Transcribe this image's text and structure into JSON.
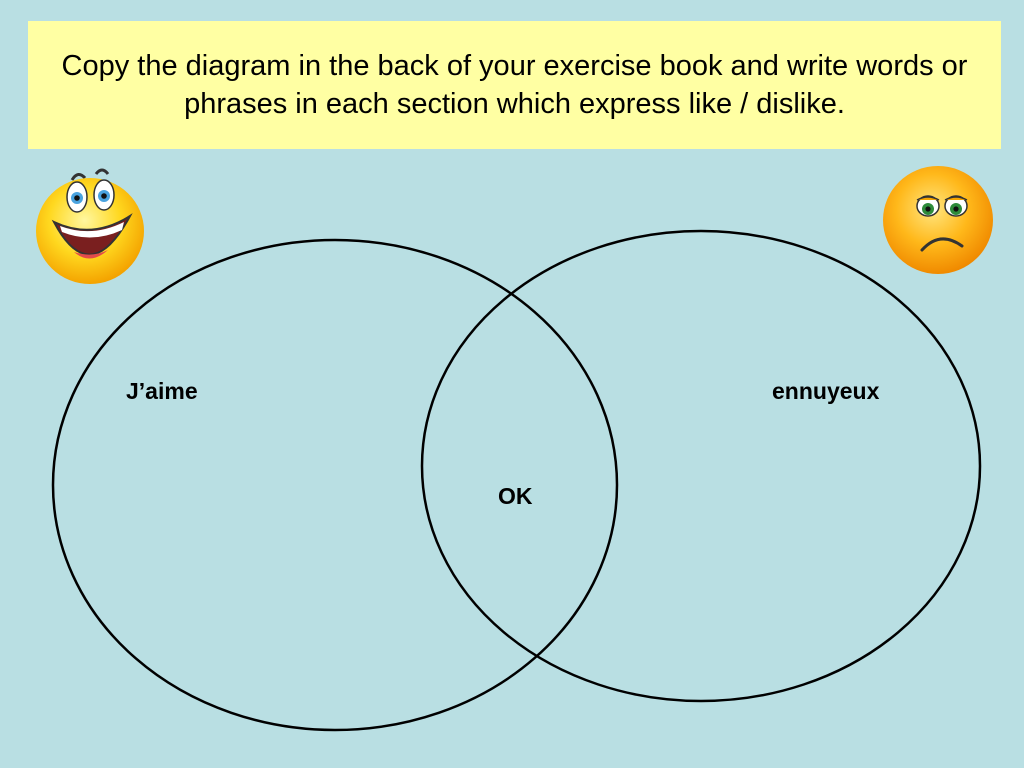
{
  "instruction": {
    "text": "Copy the diagram in the back of your exercise book and write words or phrases in each section which express like / dislike."
  },
  "venn": {
    "left_label": "J’aime",
    "center_label": "OK",
    "right_label": "ennuyeux"
  },
  "faces": {
    "left_icon": "happy-smiley-icon",
    "right_icon": "sad-smiley-icon"
  },
  "colors": {
    "background": "#b9dfe3",
    "instruction_box": "#ffffa3",
    "face_yellow": "#ffd21f",
    "face_orange": "#f5a000",
    "outline": "#000000"
  }
}
